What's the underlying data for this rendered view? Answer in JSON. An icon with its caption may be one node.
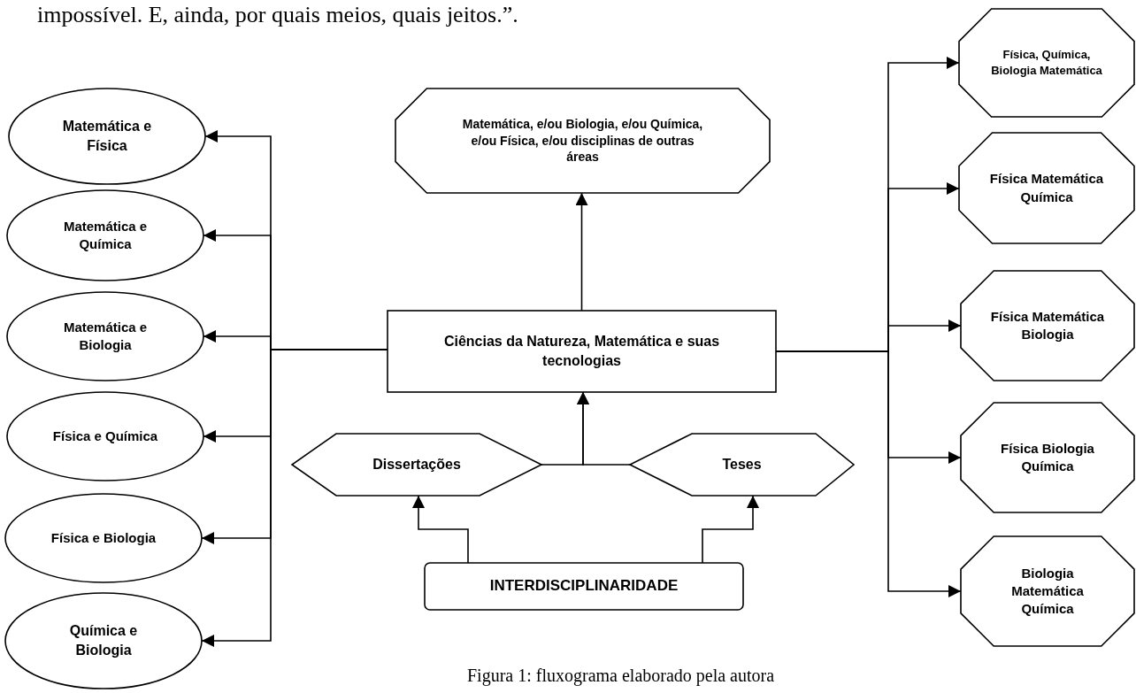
{
  "diagram": {
    "caption": "Figura 1: fluxograma elaborado pela autora",
    "nodes": [
      {
        "text": [
          "Matemática, e/ou Biologia, e/ou Química, e/ou Física, e/ou disciplinas de outras áreas"
        ]
      },
      {
        "text": [
          "Ciências da Natureza, Matemática e suas tecnologias"
        ]
      },
      {
        "text": [
          "Dissertações"
        ]
      },
      {
        "text": [
          "Teses"
        ]
      },
      {
        "text": [
          "INTERDISCIPLINARIDADE"
        ]
      },
      {
        "text": [
          "Matemática e Física"
        ]
      },
      {
        "text": [
          "Matemática e Química"
        ]
      },
      {
        "text": [
          "Matemática e Biologia"
        ]
      },
      {
        "text": [
          "Física e Química"
        ]
      },
      {
        "text": [
          "Física e Biologia"
        ]
      },
      {
        "text": [
          "Química e Biologia"
        ]
      },
      {
        "text": [
          "Física, Química, Biologia Matemática"
        ]
      },
      {
        "text": [
          "Física Matemática Química"
        ]
      },
      {
        "text": [
          "Física Matemática Biologia"
        ]
      },
      {
        "text": [
          "Física Biologia Química"
        ]
      },
      {
        "text": [
          "Biologia Matemática Química"
        ]
      }
    ],
    "edges": [
      {
        "from": 1,
        "to": 0,
        "arrow": "to"
      },
      {
        "from": 2,
        "to": 1,
        "arrow": "to"
      },
      {
        "from": 3,
        "to": 1,
        "arrow": "to"
      },
      {
        "from": 4,
        "to": 2,
        "arrow": "to"
      },
      {
        "from": 4,
        "to": 3,
        "arrow": "to"
      },
      {
        "from": 1,
        "to": 5,
        "arrow": "to"
      },
      {
        "from": 1,
        "to": 6,
        "arrow": "to"
      },
      {
        "from": 1,
        "to": 7,
        "arrow": "to"
      },
      {
        "from": 1,
        "to": 8,
        "arrow": "to"
      },
      {
        "from": 1,
        "to": 9,
        "arrow": "to"
      },
      {
        "from": 1,
        "to": 10,
        "arrow": "to"
      },
      {
        "from": 1,
        "to": 11,
        "arrow": "to"
      },
      {
        "from": 1,
        "to": 12,
        "arrow": "to"
      },
      {
        "from": 1,
        "to": 13,
        "arrow": "to"
      },
      {
        "from": 1,
        "to": 14,
        "arrow": "to"
      },
      {
        "from": 1,
        "to": 15,
        "arrow": "to"
      }
    ],
    "labels": [
      "impossível. E, ainda, por quais meios, quais jeitos.”."
    ]
  }
}
